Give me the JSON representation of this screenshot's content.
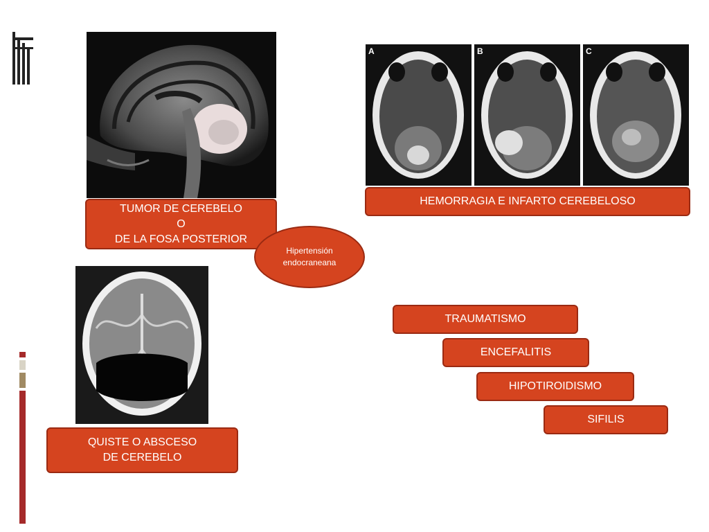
{
  "boxes": {
    "tumor": {
      "line1": "TUMOR DE CEREBELO",
      "line2": "O",
      "line3": "DE LA FOSA POSTERIOR"
    },
    "hemorragia": "HEMORRAGIA  E  INFARTO CEREBELOSO",
    "hipertension": {
      "line1": "Hipertensión",
      "line2": "endocraneana"
    },
    "quiste": {
      "line1": "QUISTE  O ABSCESO",
      "line2": "DE CEREBELO"
    },
    "traumatismo": "TRAUMATISMO",
    "encefalitis": "ENCEFALITIS",
    "hipotiroidismo": "HIPOTIROIDISMO",
    "sifilis": "SIFILIS"
  },
  "scan_panels": {
    "a": "A",
    "b": "B",
    "c": "C"
  },
  "colors": {
    "box_fill": "#d5441f",
    "box_border": "#9a2a12",
    "accent_bar": "#a52a2a",
    "text": "#ffffff"
  }
}
